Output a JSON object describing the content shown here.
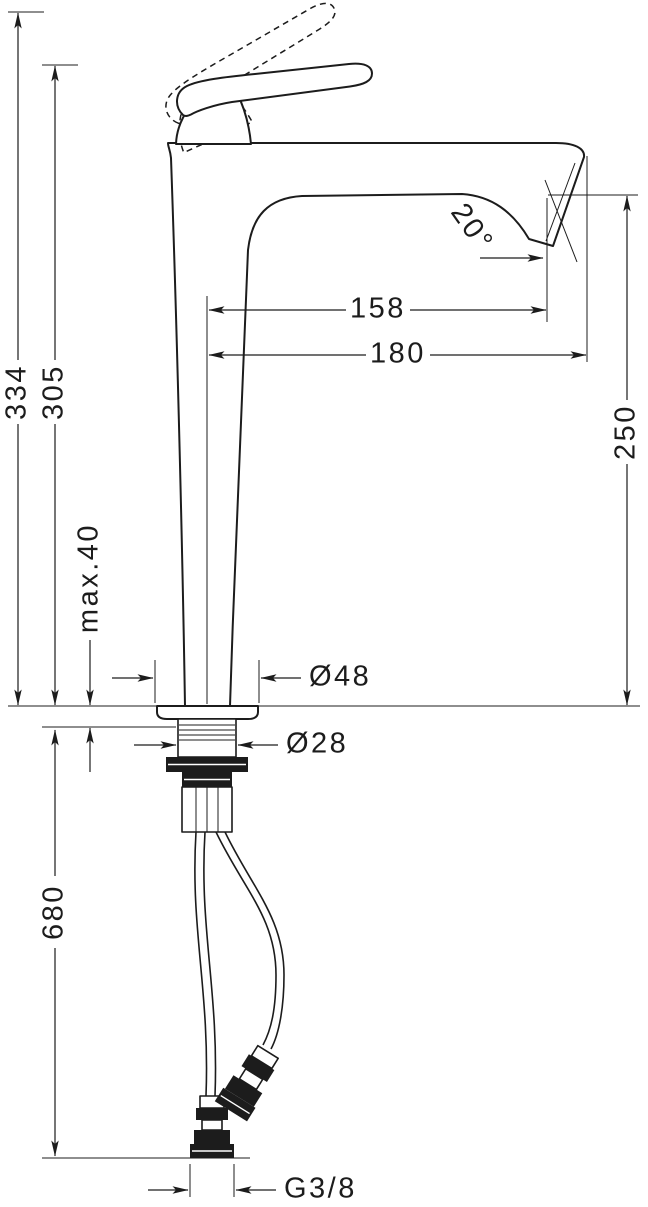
{
  "drawing": {
    "type": "faucet-installation-dimension-drawing",
    "labels": {
      "total_height": "334",
      "handle_height": "305",
      "max_thickness": "max.40",
      "hose_length": "680",
      "outlet_height": "250",
      "spout_reach": "158",
      "overall_reach": "180",
      "outlet_angle": "20°",
      "body_diameter": "Ø48",
      "shaft_diameter": "Ø28",
      "connection_thread": "G3/8"
    },
    "colors": {
      "ink": "#1c1c1c",
      "background": "#ffffff"
    }
  }
}
